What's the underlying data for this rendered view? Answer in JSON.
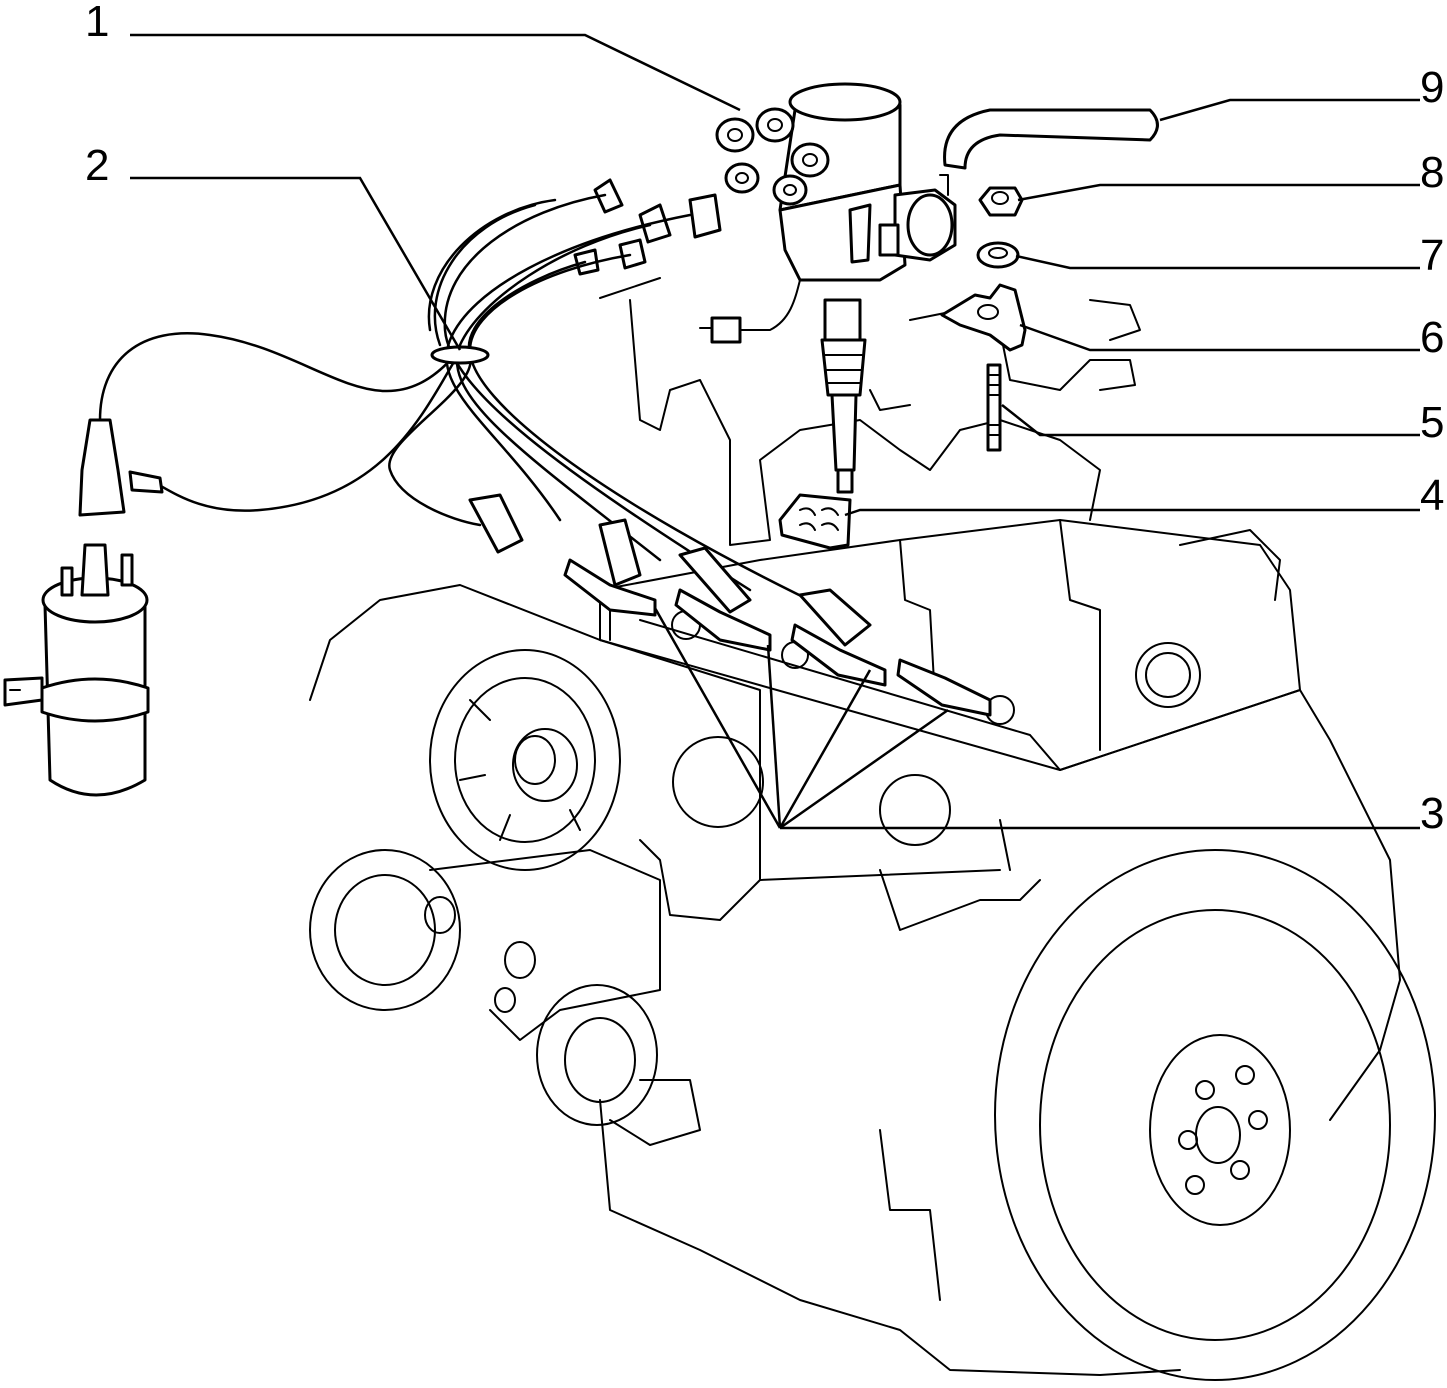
{
  "figure": {
    "colors": {
      "line": "#000000",
      "background": "#ffffff"
    },
    "callouts": [
      {
        "id": "1",
        "label": "1"
      },
      {
        "id": "2",
        "label": "2"
      },
      {
        "id": "3",
        "label": "3"
      },
      {
        "id": "4",
        "label": "4"
      },
      {
        "id": "5",
        "label": "5"
      },
      {
        "id": "6",
        "label": "6"
      },
      {
        "id": "7",
        "label": "7"
      },
      {
        "id": "8",
        "label": "8"
      },
      {
        "id": "9",
        "label": "9"
      }
    ]
  }
}
